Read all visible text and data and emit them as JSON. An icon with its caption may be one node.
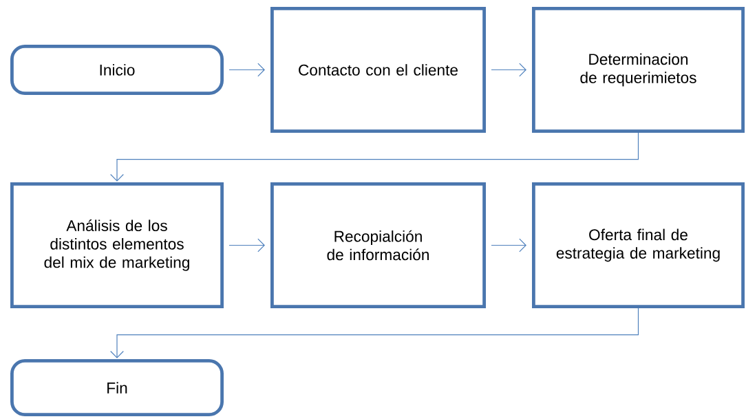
{
  "diagram": {
    "nodes": [
      {
        "text": [
          "Inicio"
        ]
      },
      {
        "text": [
          "Contacto con el cliente"
        ]
      },
      {
        "text": [
          "Determinacion de requerimietos"
        ]
      },
      {
        "text": [
          "Análisis de los distintos elementos del mix de marketing"
        ]
      },
      {
        "text": [
          "Recopialción de información"
        ]
      },
      {
        "text": [
          "Oferta final de estrategia de marketing"
        ]
      },
      {
        "text": [
          "Fin"
        ]
      }
    ],
    "edges": [
      {
        "from": 0,
        "to": 1,
        "arrow": "to"
      },
      {
        "from": 1,
        "to": 2,
        "arrow": "to"
      },
      {
        "from": 2,
        "to": 3,
        "arrow": "to"
      },
      {
        "from": 3,
        "to": 4,
        "arrow": "to"
      },
      {
        "from": 4,
        "to": 5,
        "arrow": "to"
      },
      {
        "from": 5,
        "to": 6,
        "arrow": "to"
      }
    ]
  }
}
